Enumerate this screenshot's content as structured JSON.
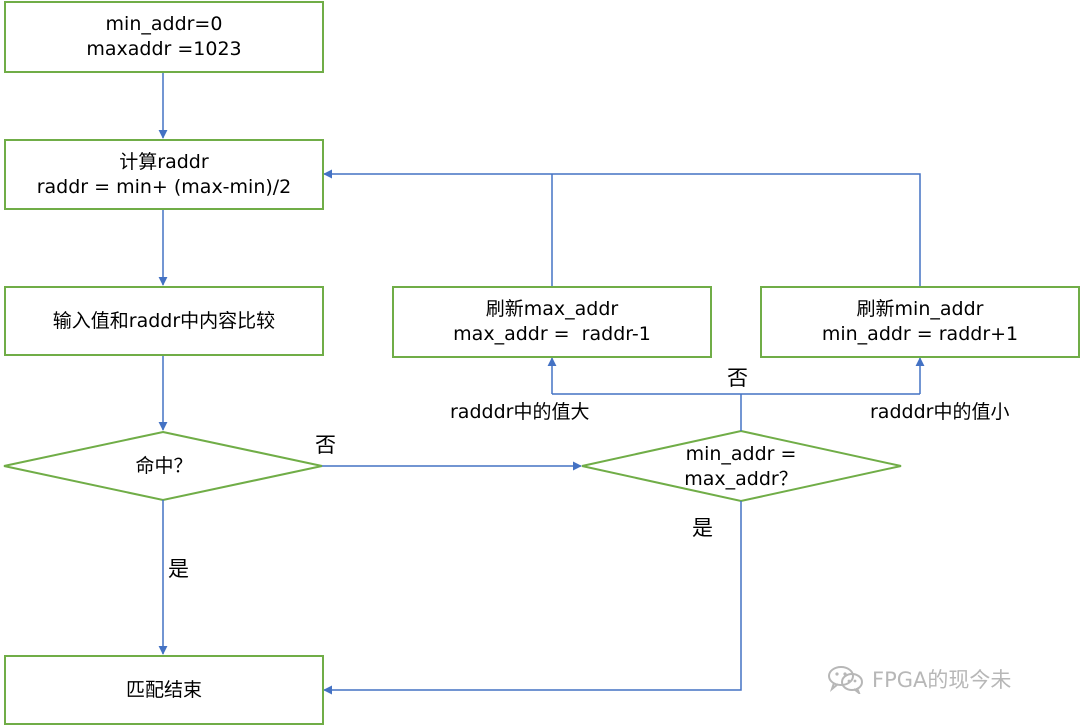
{
  "boxes": {
    "init": {
      "line1": "min_addr=0",
      "line2": "maxaddr =1023"
    },
    "calc": {
      "line1": "计算raddr",
      "line2": "raddr = min+ (max-min)/2"
    },
    "compare": {
      "line1": "输入值和raddr中内容比较"
    },
    "update_max": {
      "line1": "刷新max_addr",
      "line2": "max_addr =  raddr-1"
    },
    "update_min": {
      "line1": "刷新min_addr",
      "line2": "min_addr = raddr+1"
    },
    "end": {
      "line1": "匹配结束"
    }
  },
  "decisions": {
    "hit": {
      "line1": "命中？"
    },
    "equal": {
      "line1": "min_addr =",
      "line2": "max_addr？"
    }
  },
  "labels": {
    "hit_no": "否",
    "hit_yes": "是",
    "equal_no": "否",
    "equal_yes": "是",
    "value_large": "radddr中的值大",
    "value_small": "radddr中的值小"
  },
  "watermark": {
    "text": "FPGA的现今未",
    "icon": "wechat-icon"
  },
  "colors": {
    "node_border": "#70ad47",
    "connector": "#4472c4",
    "watermark": "#b7b7b7"
  }
}
